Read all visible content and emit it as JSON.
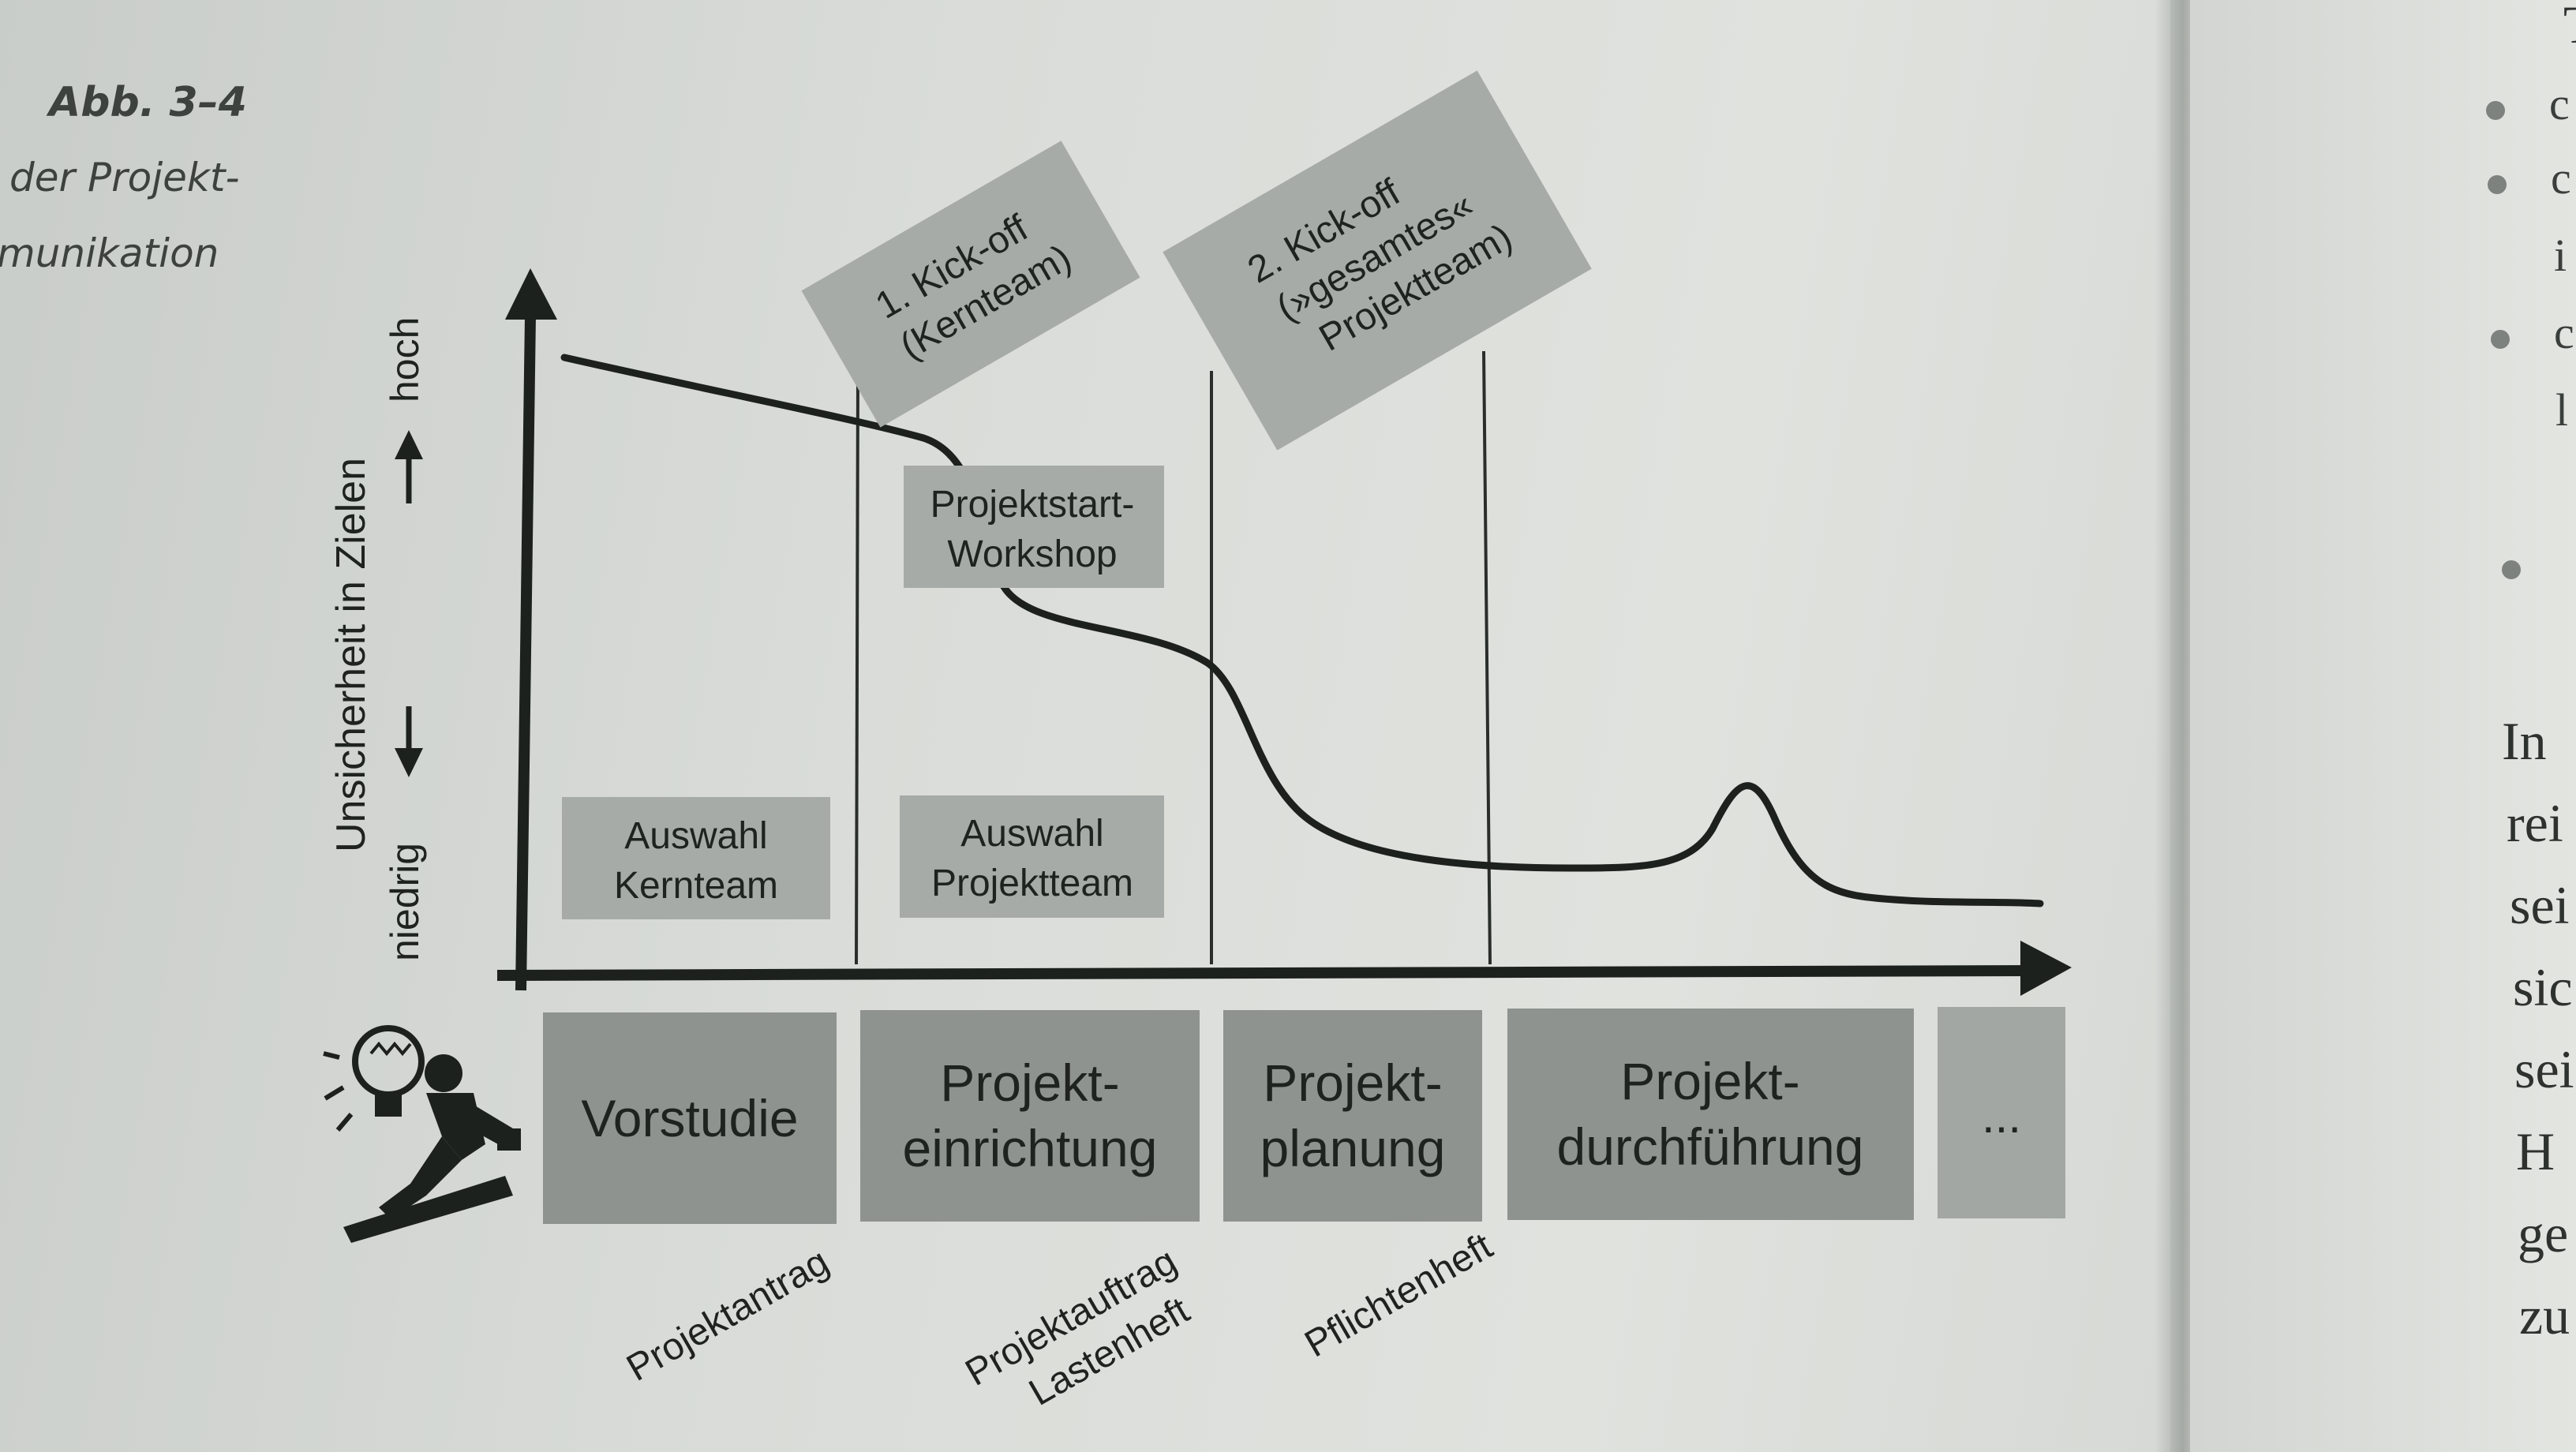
{
  "caption": {
    "number": "Abb. 3–4",
    "line1": "der Projekt-",
    "line2": "munikation"
  },
  "diagram": {
    "y_axis_label": "Unsicherheit in Zielen",
    "y_low": "niedrig",
    "y_high": "hoch",
    "kickoff1": [
      "1. Kick-off",
      "(Kernteam)"
    ],
    "kickoff2": [
      "2. Kick-off",
      "(»gesamtes«",
      "Projektteam)"
    ],
    "workshop": [
      "Projektstart-",
      "Workshop"
    ],
    "auswahl_kernteam": [
      "Auswahl",
      "Kernteam"
    ],
    "auswahl_projektteam": [
      "Auswahl",
      "Projektteam"
    ],
    "phases": [
      [
        "Vorstudie"
      ],
      [
        "Projekt-",
        "einrichtung"
      ],
      [
        "Projekt-",
        "planung"
      ],
      [
        "Projekt-",
        "durchführung"
      ],
      [
        "..."
      ]
    ],
    "documents": [
      [
        "Projektantrag"
      ],
      [
        "Projektauftrag",
        "Lastenheft"
      ],
      [
        "Pflichtenheft"
      ]
    ],
    "colors": {
      "line": "#1d211e",
      "box_light": "#a7aba7",
      "box_dark": "#8f938f",
      "text": "#1f2320"
    }
  },
  "right_page": {
    "top_letters": [
      "T",
      "c",
      "c",
      "i",
      "c",
      "l"
    ],
    "body_words": [
      "In",
      "rei",
      "sei",
      "sic",
      "sei",
      "H",
      "ge",
      "zu"
    ]
  }
}
